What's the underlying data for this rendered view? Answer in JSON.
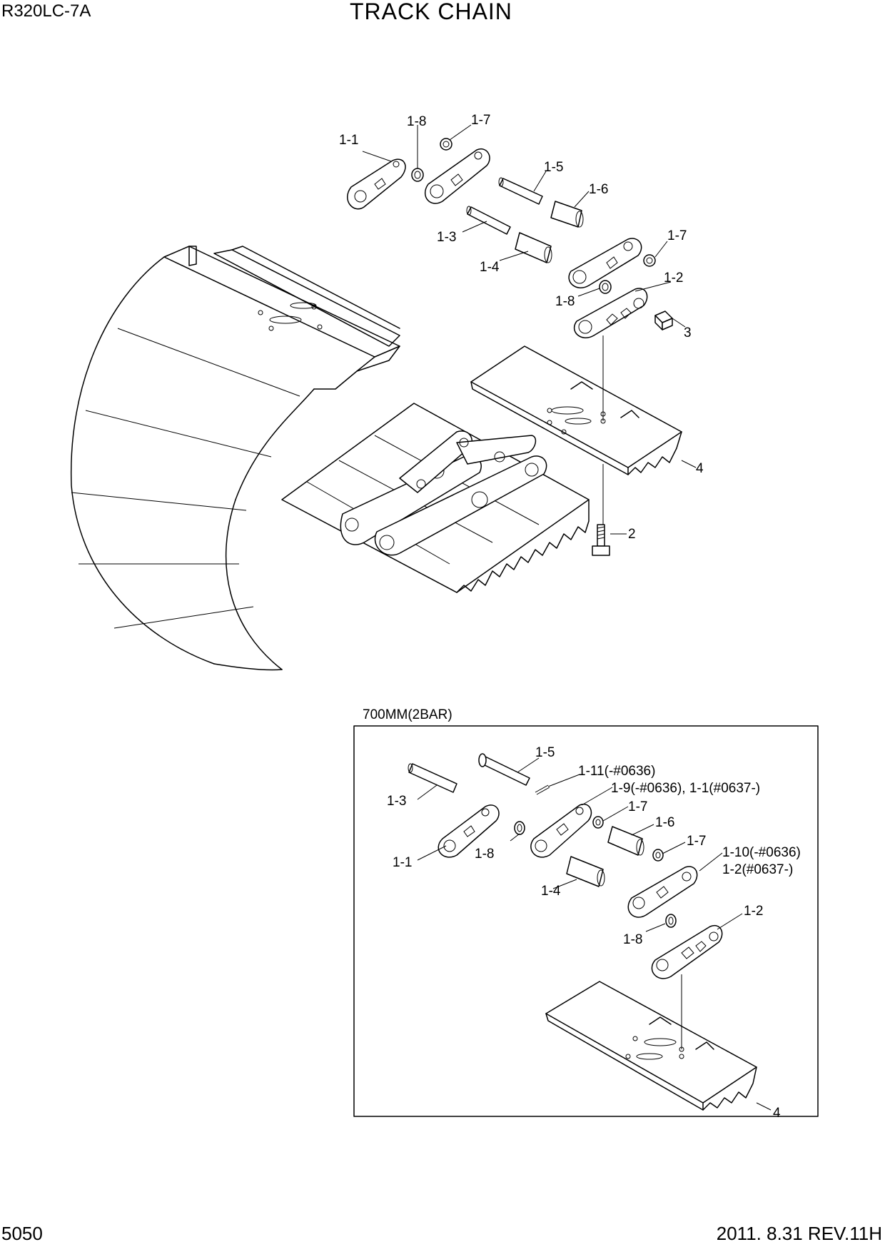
{
  "header": {
    "model": "R320LC-7A",
    "title": "TRACK CHAIN"
  },
  "footer": {
    "page_number": "5050",
    "revision": "2011. 8.31  REV.11H"
  },
  "main_labels": {
    "l_1_1": "1-1",
    "l_1_8_top": "1-8",
    "l_1_7_top": "1-7",
    "l_1_5": "1-5",
    "l_1_6": "1-6",
    "l_1_3": "1-3",
    "l_1_4": "1-4",
    "l_1_7_right": "1-7",
    "l_1_2": "1-2",
    "l_1_8_mid": "1-8",
    "l_3": "3",
    "l_4": "4",
    "l_2": "2"
  },
  "inset": {
    "caption": "700MM(2BAR)",
    "labels": {
      "l_1_5": "1-5",
      "l_1_11": "1-11(-#0636)",
      "l_1_9": "1-9(-#0636), 1-1(#0637-)",
      "l_1_3": "1-3",
      "l_1_7a": "1-7",
      "l_1_6": "1-6",
      "l_1_7b": "1-7",
      "l_1_1": "1-1",
      "l_1_8a": "1-8",
      "l_1_10": "1-10(-#0636)",
      "l_1_2b": "1-2(#0637-)",
      "l_1_4": "1-4",
      "l_1_2": "1-2",
      "l_1_8b": "1-8",
      "l_4": "4"
    }
  }
}
